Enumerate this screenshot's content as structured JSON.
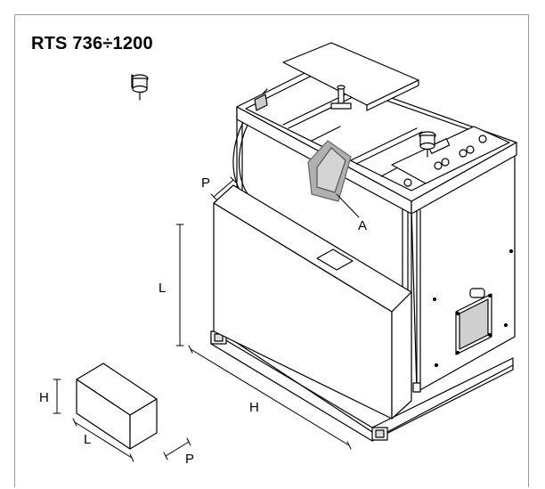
{
  "title": "RTS 736÷1200",
  "labels": {
    "p_top": "P",
    "a": "A",
    "l_main": "L",
    "h_main": "H",
    "h_box": "H",
    "l_box": "L",
    "p_box": "P"
  },
  "colors": {
    "line": "#000000",
    "frame": "#9a9a9a",
    "highlight": "#b0b0b0"
  }
}
